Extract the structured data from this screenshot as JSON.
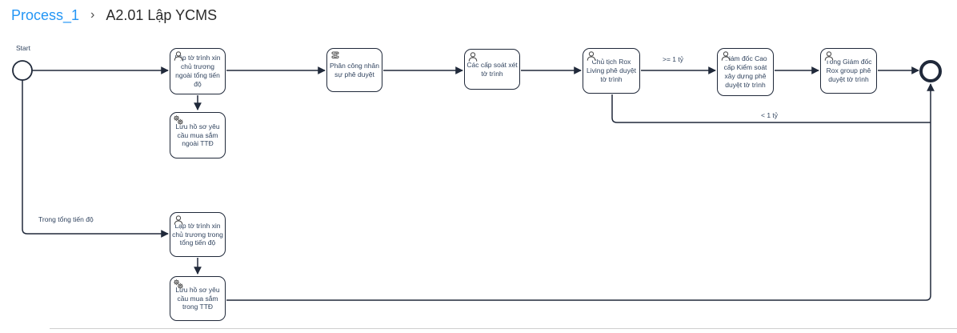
{
  "breadcrumb": {
    "parent": "Process_1",
    "separator": "›",
    "current": "A2.01 Lập YCMS"
  },
  "colors": {
    "link_blue": "#2496f5",
    "breadcrumb_text": "#2b2b2b",
    "shape_stroke": "#20293a",
    "diagram_label_text": "#31445f",
    "background": "#ffffff"
  },
  "icons": {
    "breadcrumb_separator": "chevron-right",
    "user_task": "user-icon",
    "service_task": "gears-icon",
    "script_task": "scroll-icon"
  },
  "diagram": {
    "start_event": {
      "label": "Start"
    },
    "end_event": {
      "label": ""
    },
    "nodes": [
      {
        "type": "user-task",
        "label": "Lập tờ trình xin chủ trương ngoài tổng tiến độ"
      },
      {
        "type": "service-task",
        "label": "Lưu hồ sơ yêu cầu mua sắm ngoài TTĐ"
      },
      {
        "type": "script-task",
        "label": "Phân công nhân sự phê duyệt"
      },
      {
        "type": "user-task",
        "label": "Các cấp soát xét tờ trình"
      },
      {
        "type": "user-task",
        "label": "Chủ tịch Rox Living phê duyệt tờ trình"
      },
      {
        "type": "user-task",
        "label": "Giám đốc Cao cấp Kiểm soát xây dựng phê duyệt tờ trình"
      },
      {
        "type": "user-task",
        "label": "Tổng Giám đốc Rox group phê duyệt tờ trình"
      },
      {
        "type": "user-task",
        "label": "Lập tờ trình xin chủ trương trong tổng tiến độ"
      },
      {
        "type": "service-task",
        "label": "Lưu hồ sơ yêu cầu mua sắm trong TTĐ"
      }
    ],
    "edge_labels": {
      "in_budget": "Trong tổng tiến độ",
      "gte_1_billion": ">= 1 tỷ",
      "lt_1_billion": "< 1 tỷ"
    }
  }
}
